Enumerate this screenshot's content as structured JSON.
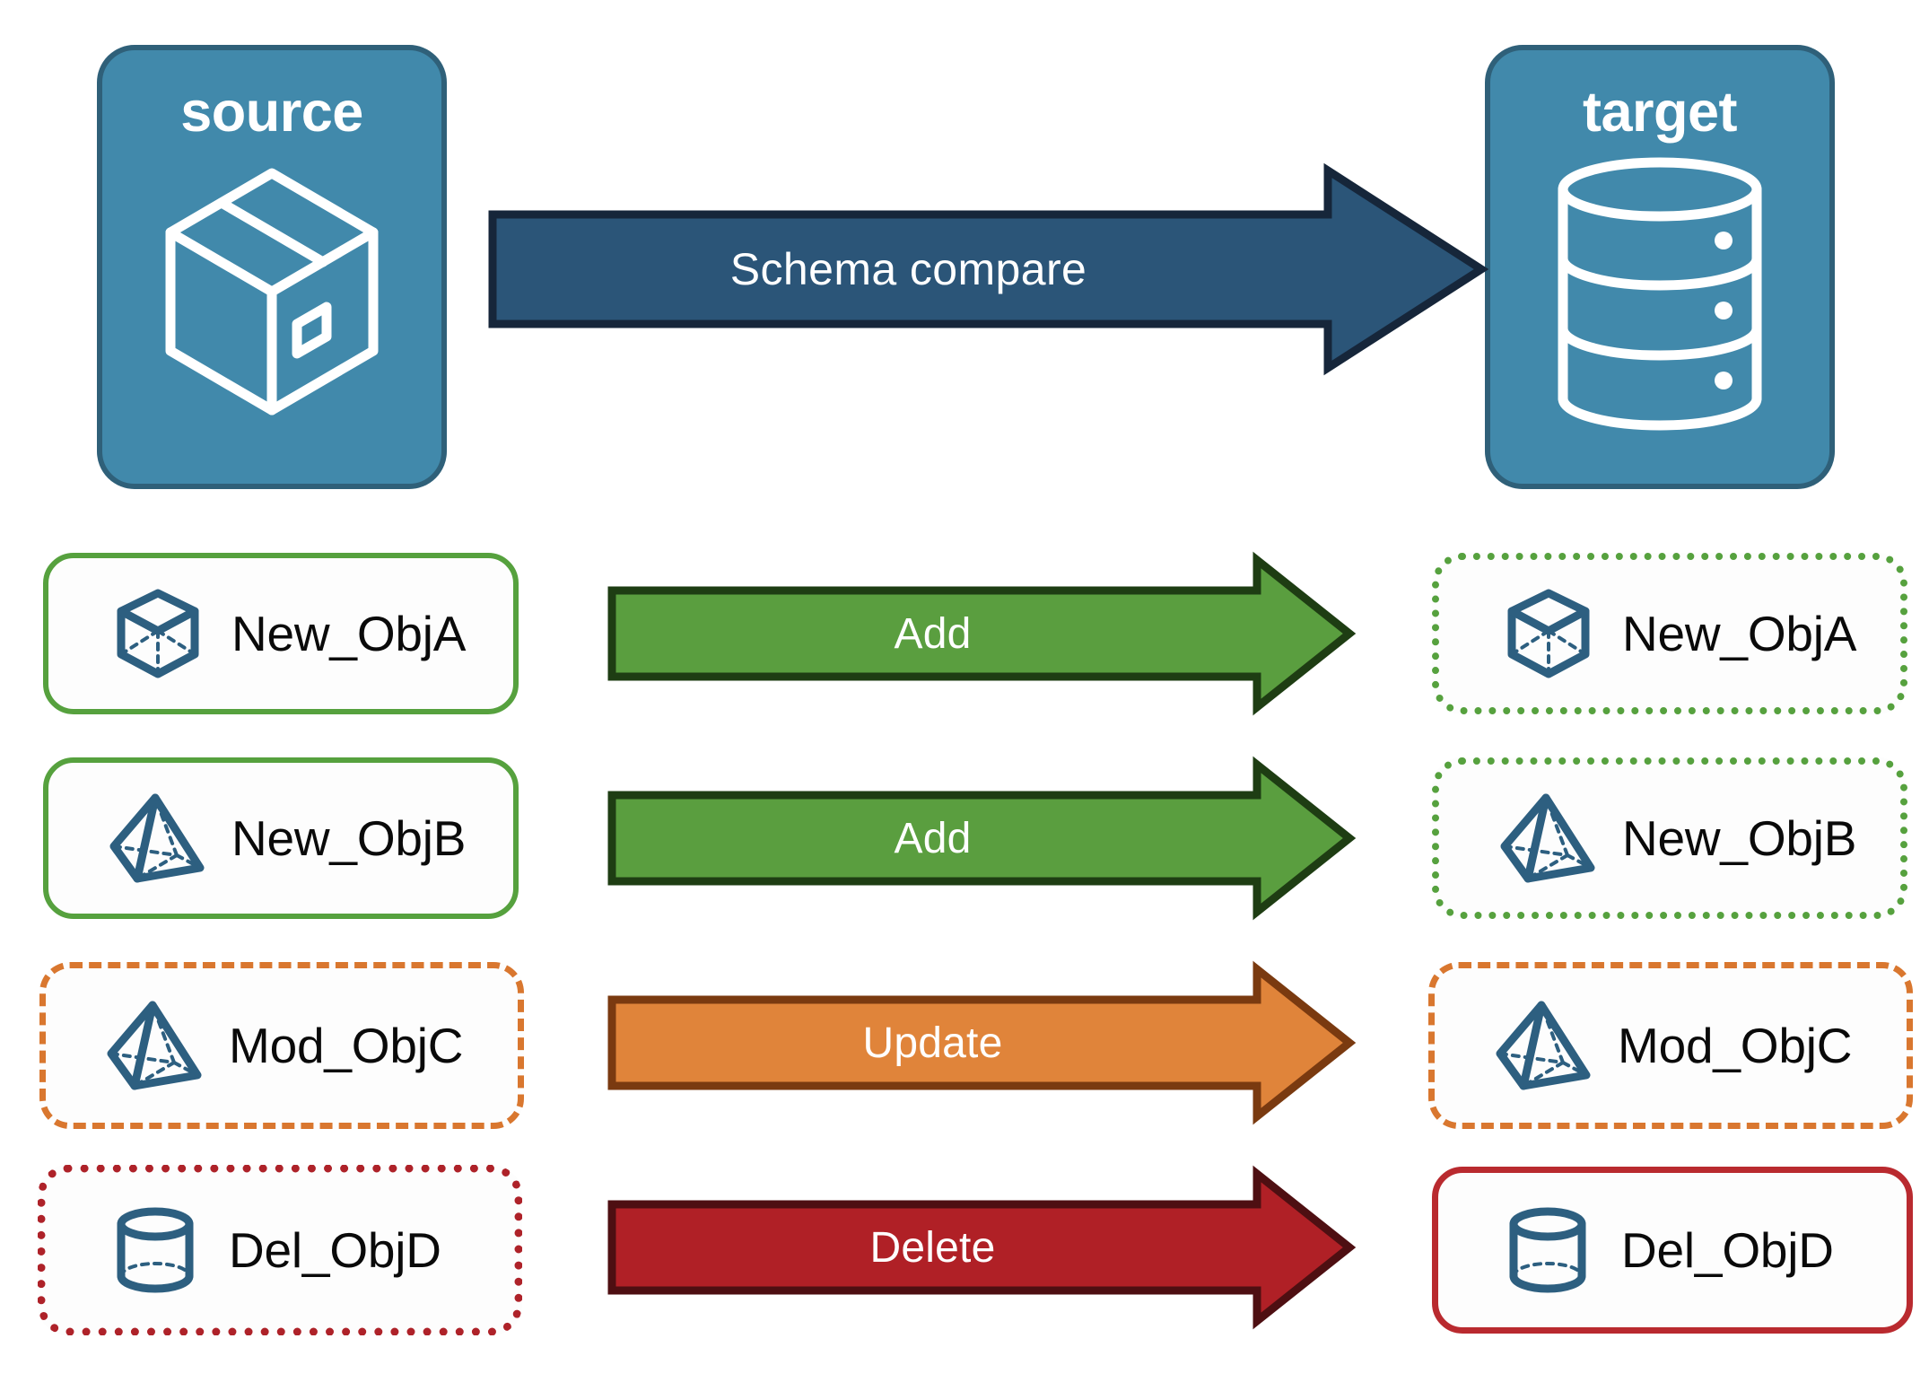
{
  "colors": {
    "panel_fill": "#4189ab",
    "panel_border": "#2f6079",
    "compare_arrow_fill": "#2b5578",
    "compare_arrow_border": "#16263a",
    "add_fill": "#5a9e3f",
    "add_border": "#1e3d13",
    "update_fill": "#e0843a",
    "update_border": "#7a3a10",
    "delete_fill": "#b02026",
    "delete_border": "#4e0f12",
    "object_icon": "#2d5f80",
    "green": "#56a13e",
    "orange": "#d9772f",
    "red": "#b92a2f",
    "label_text": "#0a0a0a",
    "arrow_text": "#ffffff"
  },
  "endpoints": {
    "source": {
      "title": "source",
      "icon": "package-box-icon"
    },
    "target": {
      "title": "target",
      "icon": "database-cylinder-icon"
    }
  },
  "compare_arrow": {
    "label": "Schema compare"
  },
  "rows": [
    {
      "action": "Add",
      "action_kind": "add",
      "source": {
        "label": "New_ObjA",
        "icon": "cube-wireframe-icon",
        "border_style": "solid",
        "border_color": "#56a13e"
      },
      "target": {
        "label": "New_ObjA",
        "icon": "cube-wireframe-icon",
        "border_style": "dotted",
        "border_color": "#56a13e"
      }
    },
    {
      "action": "Add",
      "action_kind": "add",
      "source": {
        "label": "New_ObjB",
        "icon": "pyramid-wireframe-icon",
        "border_style": "solid",
        "border_color": "#56a13e"
      },
      "target": {
        "label": "New_ObjB",
        "icon": "pyramid-wireframe-icon",
        "border_style": "dotted",
        "border_color": "#56a13e"
      }
    },
    {
      "action": "Update",
      "action_kind": "update",
      "source": {
        "label": "Mod_ObjC",
        "icon": "pyramid-wireframe-icon",
        "border_style": "dashed",
        "border_color": "#d9772f"
      },
      "target": {
        "label": "Mod_ObjC",
        "icon": "pyramid-wireframe-icon",
        "border_style": "dashed",
        "border_color": "#d9772f"
      }
    },
    {
      "action": "Delete",
      "action_kind": "delete",
      "source": {
        "label": "Del_ObjD",
        "icon": "cylinder-wireframe-icon",
        "border_style": "dotted",
        "border_color": "#ae2229"
      },
      "target": {
        "label": "Del_ObjD",
        "icon": "cylinder-wireframe-icon",
        "border_style": "solid",
        "border_color": "#b92a2f"
      }
    }
  ]
}
